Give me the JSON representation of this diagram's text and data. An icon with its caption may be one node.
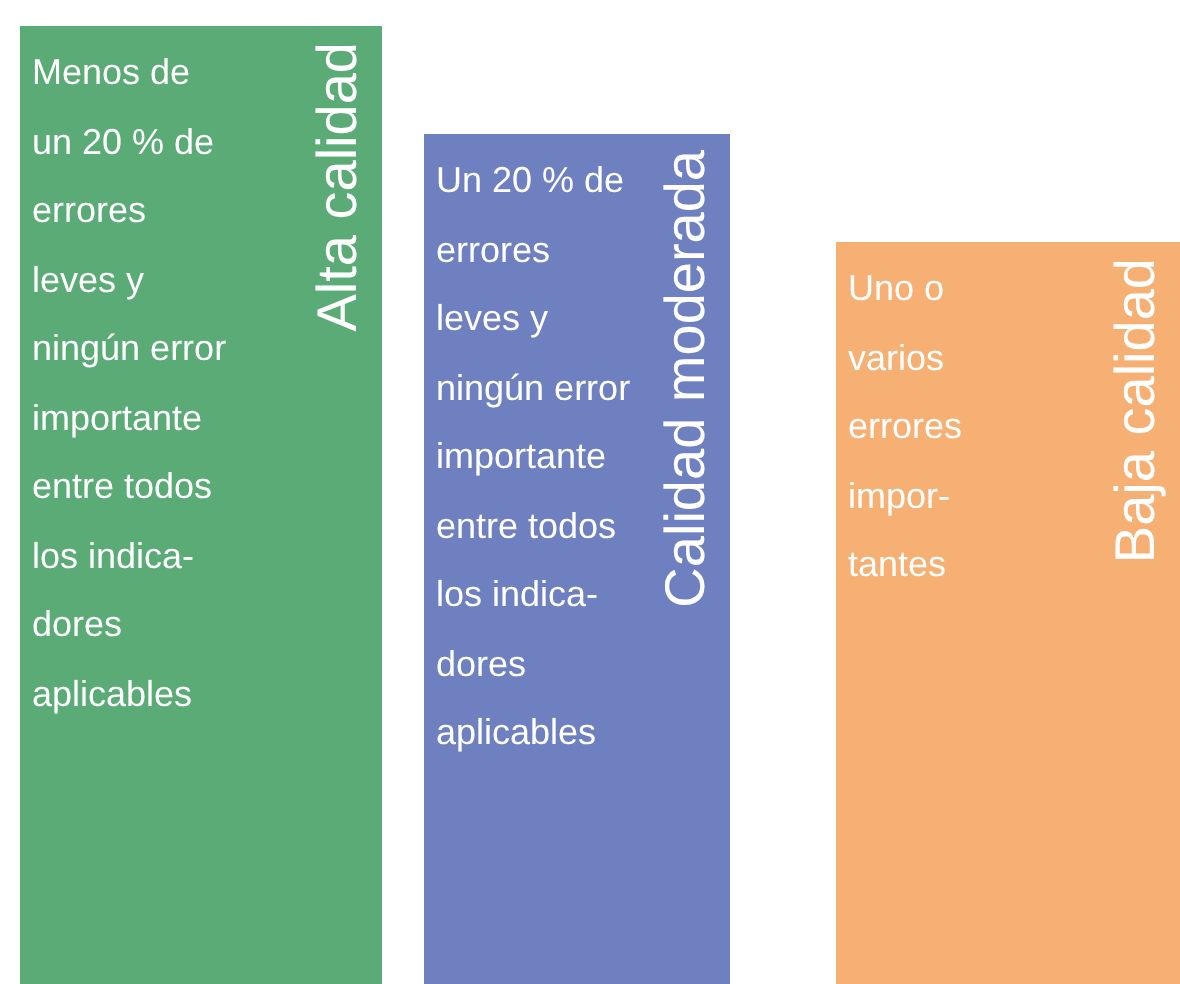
{
  "diagram": {
    "nodes": [
      {
        "text": [
          "Menos de un 20 % de errores leves y ningún error importante entre todos los indica- dores aplicables",
          "Alta calidad"
        ]
      },
      {
        "text": [
          "Un 20 % de errores leves y ningún error importante entre todos los indica- dores aplicables",
          "Calidad moderada"
        ]
      },
      {
        "text": [
          "Uno o varios errores impor- tantes",
          "Baja calidad"
        ]
      }
    ]
  }
}
